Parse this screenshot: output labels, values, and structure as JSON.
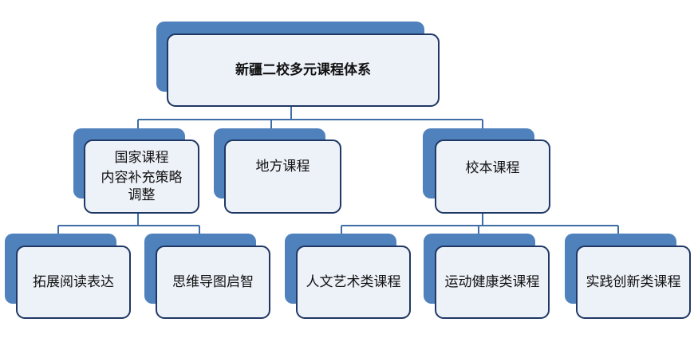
{
  "root": {
    "label": "新疆二校多元课程体系"
  },
  "level1": {
    "national": {
      "title": "国家课程",
      "subtitle": "内容补充策略调整"
    },
    "local": {
      "label": "地方课程"
    },
    "school": {
      "label": "校本课程"
    }
  },
  "national_children": [
    {
      "label": "拓展阅读表达"
    },
    {
      "label": "思维导图启智"
    }
  ],
  "school_children": [
    {
      "label": "人文艺术类课程"
    },
    {
      "label": "运动健康类课程"
    },
    {
      "label": "实践创新类课程"
    }
  ],
  "colors": {
    "shadow": "#4f81bd",
    "card_fill": "#edf1f8",
    "card_border": "#1f3864",
    "connector": "#3f6ea6"
  }
}
